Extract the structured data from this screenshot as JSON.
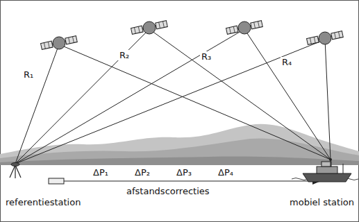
{
  "diagram": {
    "labels": [
      "R₁",
      "R₂",
      "R₃",
      "R₄",
      "ΔP₁",
      "ΔP₂",
      "ΔP₃",
      "ΔP₄",
      "referentiestation",
      "afstandscorrecties",
      "mobiel station"
    ]
  }
}
